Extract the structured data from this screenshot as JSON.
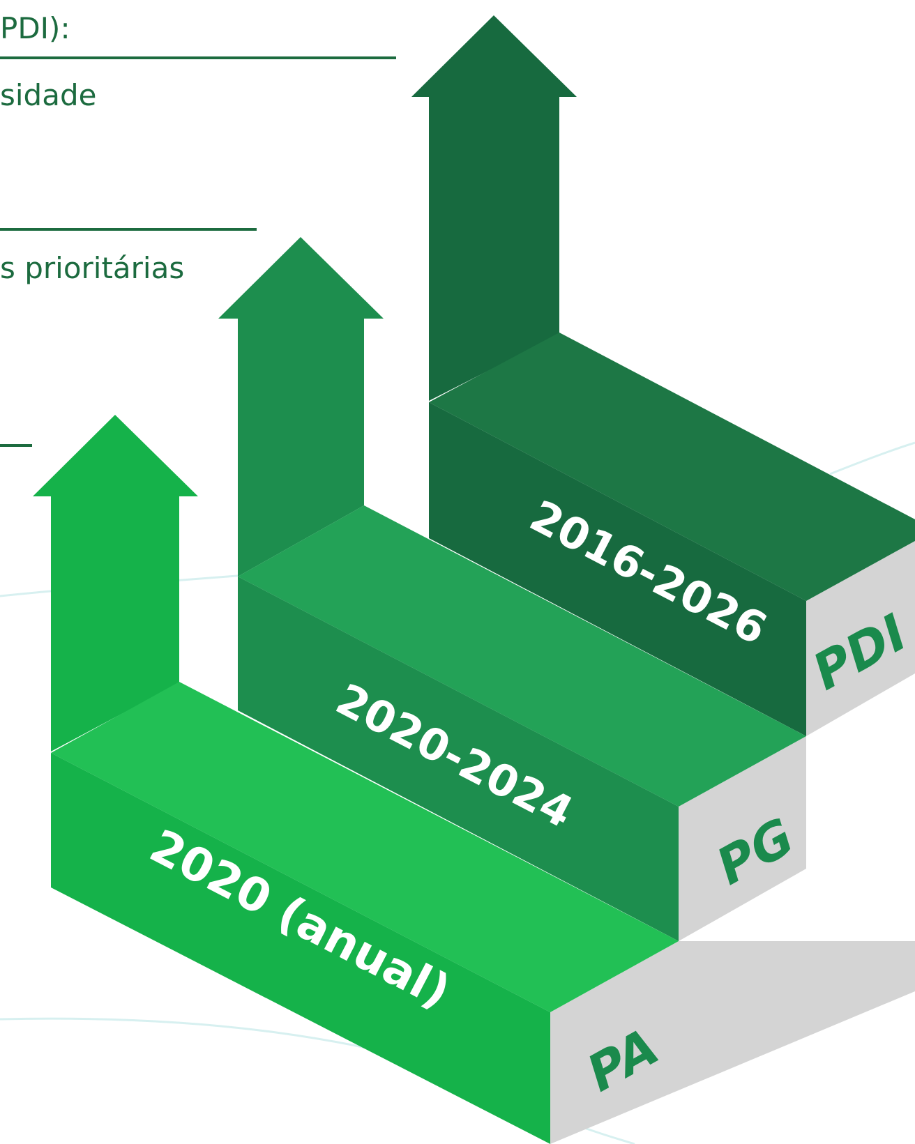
{
  "text_fragments": {
    "line_1": "PDI):",
    "line_2": "sidade",
    "line_3": "s prioritárias"
  },
  "steps": [
    {
      "period": "2020 (anual)",
      "plan": "PA"
    },
    {
      "period": "2020-2024",
      "plan": "PG"
    },
    {
      "period": "2016-2026",
      "plan": "PDI"
    }
  ],
  "colors": {
    "text_green": "#1c6b3f",
    "step_pa_top": "#22c055",
    "step_pa_front": "#15b24a",
    "step_pg_top": "#23a257",
    "step_pg_front": "#1d8e4e",
    "step_pdi_top": "#1d7745",
    "step_pdi_front": "#176a3f",
    "arrow_pa": "#15b24a",
    "arrow_pg": "#1d8e4e",
    "arrow_pdi": "#176a3f",
    "side_face": "#d4d4d4",
    "step_text": "#ffffff",
    "side_text": "#1a8a4c",
    "background_curve": "#d7f0f0"
  }
}
